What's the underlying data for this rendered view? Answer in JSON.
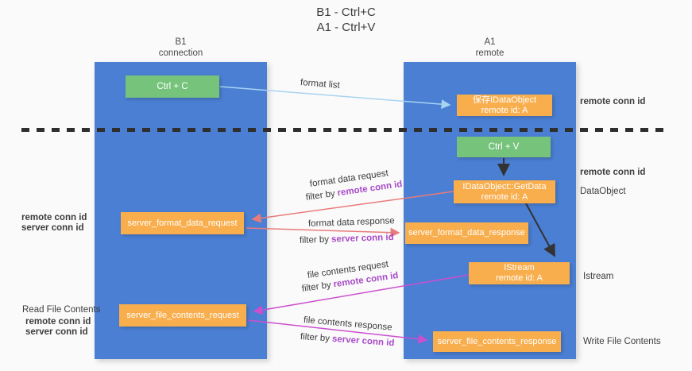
{
  "title": {
    "line1": "B1 - Ctrl+C",
    "line2": "A1 - Ctrl+V"
  },
  "lanes": {
    "left": {
      "name": "B1",
      "role": "connection"
    },
    "right": {
      "name": "A1",
      "role": "remote"
    }
  },
  "nodes": {
    "ctrl_c": {
      "label": "Ctrl + C"
    },
    "save_idataobject": {
      "line1": "保存IDataObject",
      "line2": "remote id: A"
    },
    "ctrl_v": {
      "label": "Ctrl + V"
    },
    "idataobject_getdata": {
      "line1": "IDataObject::GetData",
      "line2": "remote id: A"
    },
    "server_format_data_request": {
      "label": "server_format_data_request"
    },
    "server_format_data_response": {
      "label": "server_format_data_response"
    },
    "istream": {
      "line1": "IStream",
      "line2": "remote id: A"
    },
    "server_file_contents_request": {
      "label": "server_file_contents_request"
    },
    "server_file_contents_response": {
      "label": "server_file_contents_response"
    }
  },
  "edge_labels": {
    "format_list": "format list",
    "format_data_request": "format data request",
    "format_data_response": "format data response",
    "file_contents_request": "file contents request",
    "file_contents_response": "file contents response",
    "filter_by": "filter by",
    "remote_conn_id": "remote conn id",
    "server_conn_id": "server conn id"
  },
  "side_labels": {
    "remote_conn_id": "remote conn id",
    "server_conn_id": "server conn id",
    "dataobject": "DataObject",
    "istream": "Istream",
    "read_file_contents": "Read File Contents",
    "write_file_contents": "Write File Contents"
  },
  "colors": {
    "lane_blue": "#4A7FD4",
    "node_green": "#76C37C",
    "node_orange": "#F8AE4D",
    "arrow_red": "#E97B7B",
    "arrow_magenta": "#CC4FCE",
    "arrow_light_blue": "#A8D3F0",
    "arrow_black": "#333333",
    "annotation_purple": "#A84BC8",
    "annotation_green": "#55B366"
  }
}
